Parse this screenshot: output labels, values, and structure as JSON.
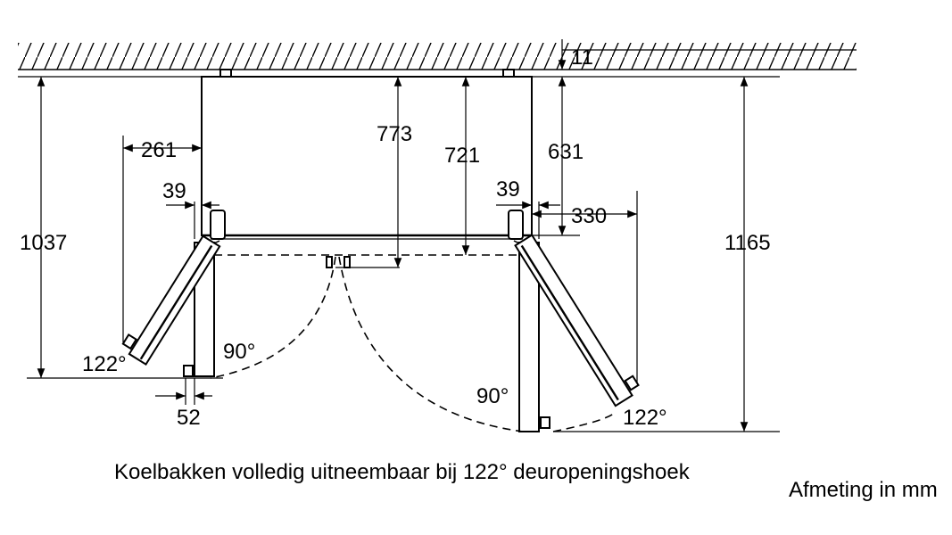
{
  "dimensions": {
    "ceiling_gap": "11",
    "left_side_offset": "261",
    "depth_773": "773",
    "depth_721": "721",
    "right_depth_631": "631",
    "hinge_left": "39",
    "hinge_right": "39",
    "right_swing": "330",
    "left_total_depth": "1037",
    "right_total_depth": "1165",
    "left_door_offset": "52"
  },
  "angles": {
    "left_outer": "122°",
    "left_inner": "90°",
    "right_inner": "90°",
    "right_outer": "122°"
  },
  "caption": "Koelbakken volledig uitneembaar bij 122° deuropeningshoek",
  "unit_note": "Afmeting in mm"
}
